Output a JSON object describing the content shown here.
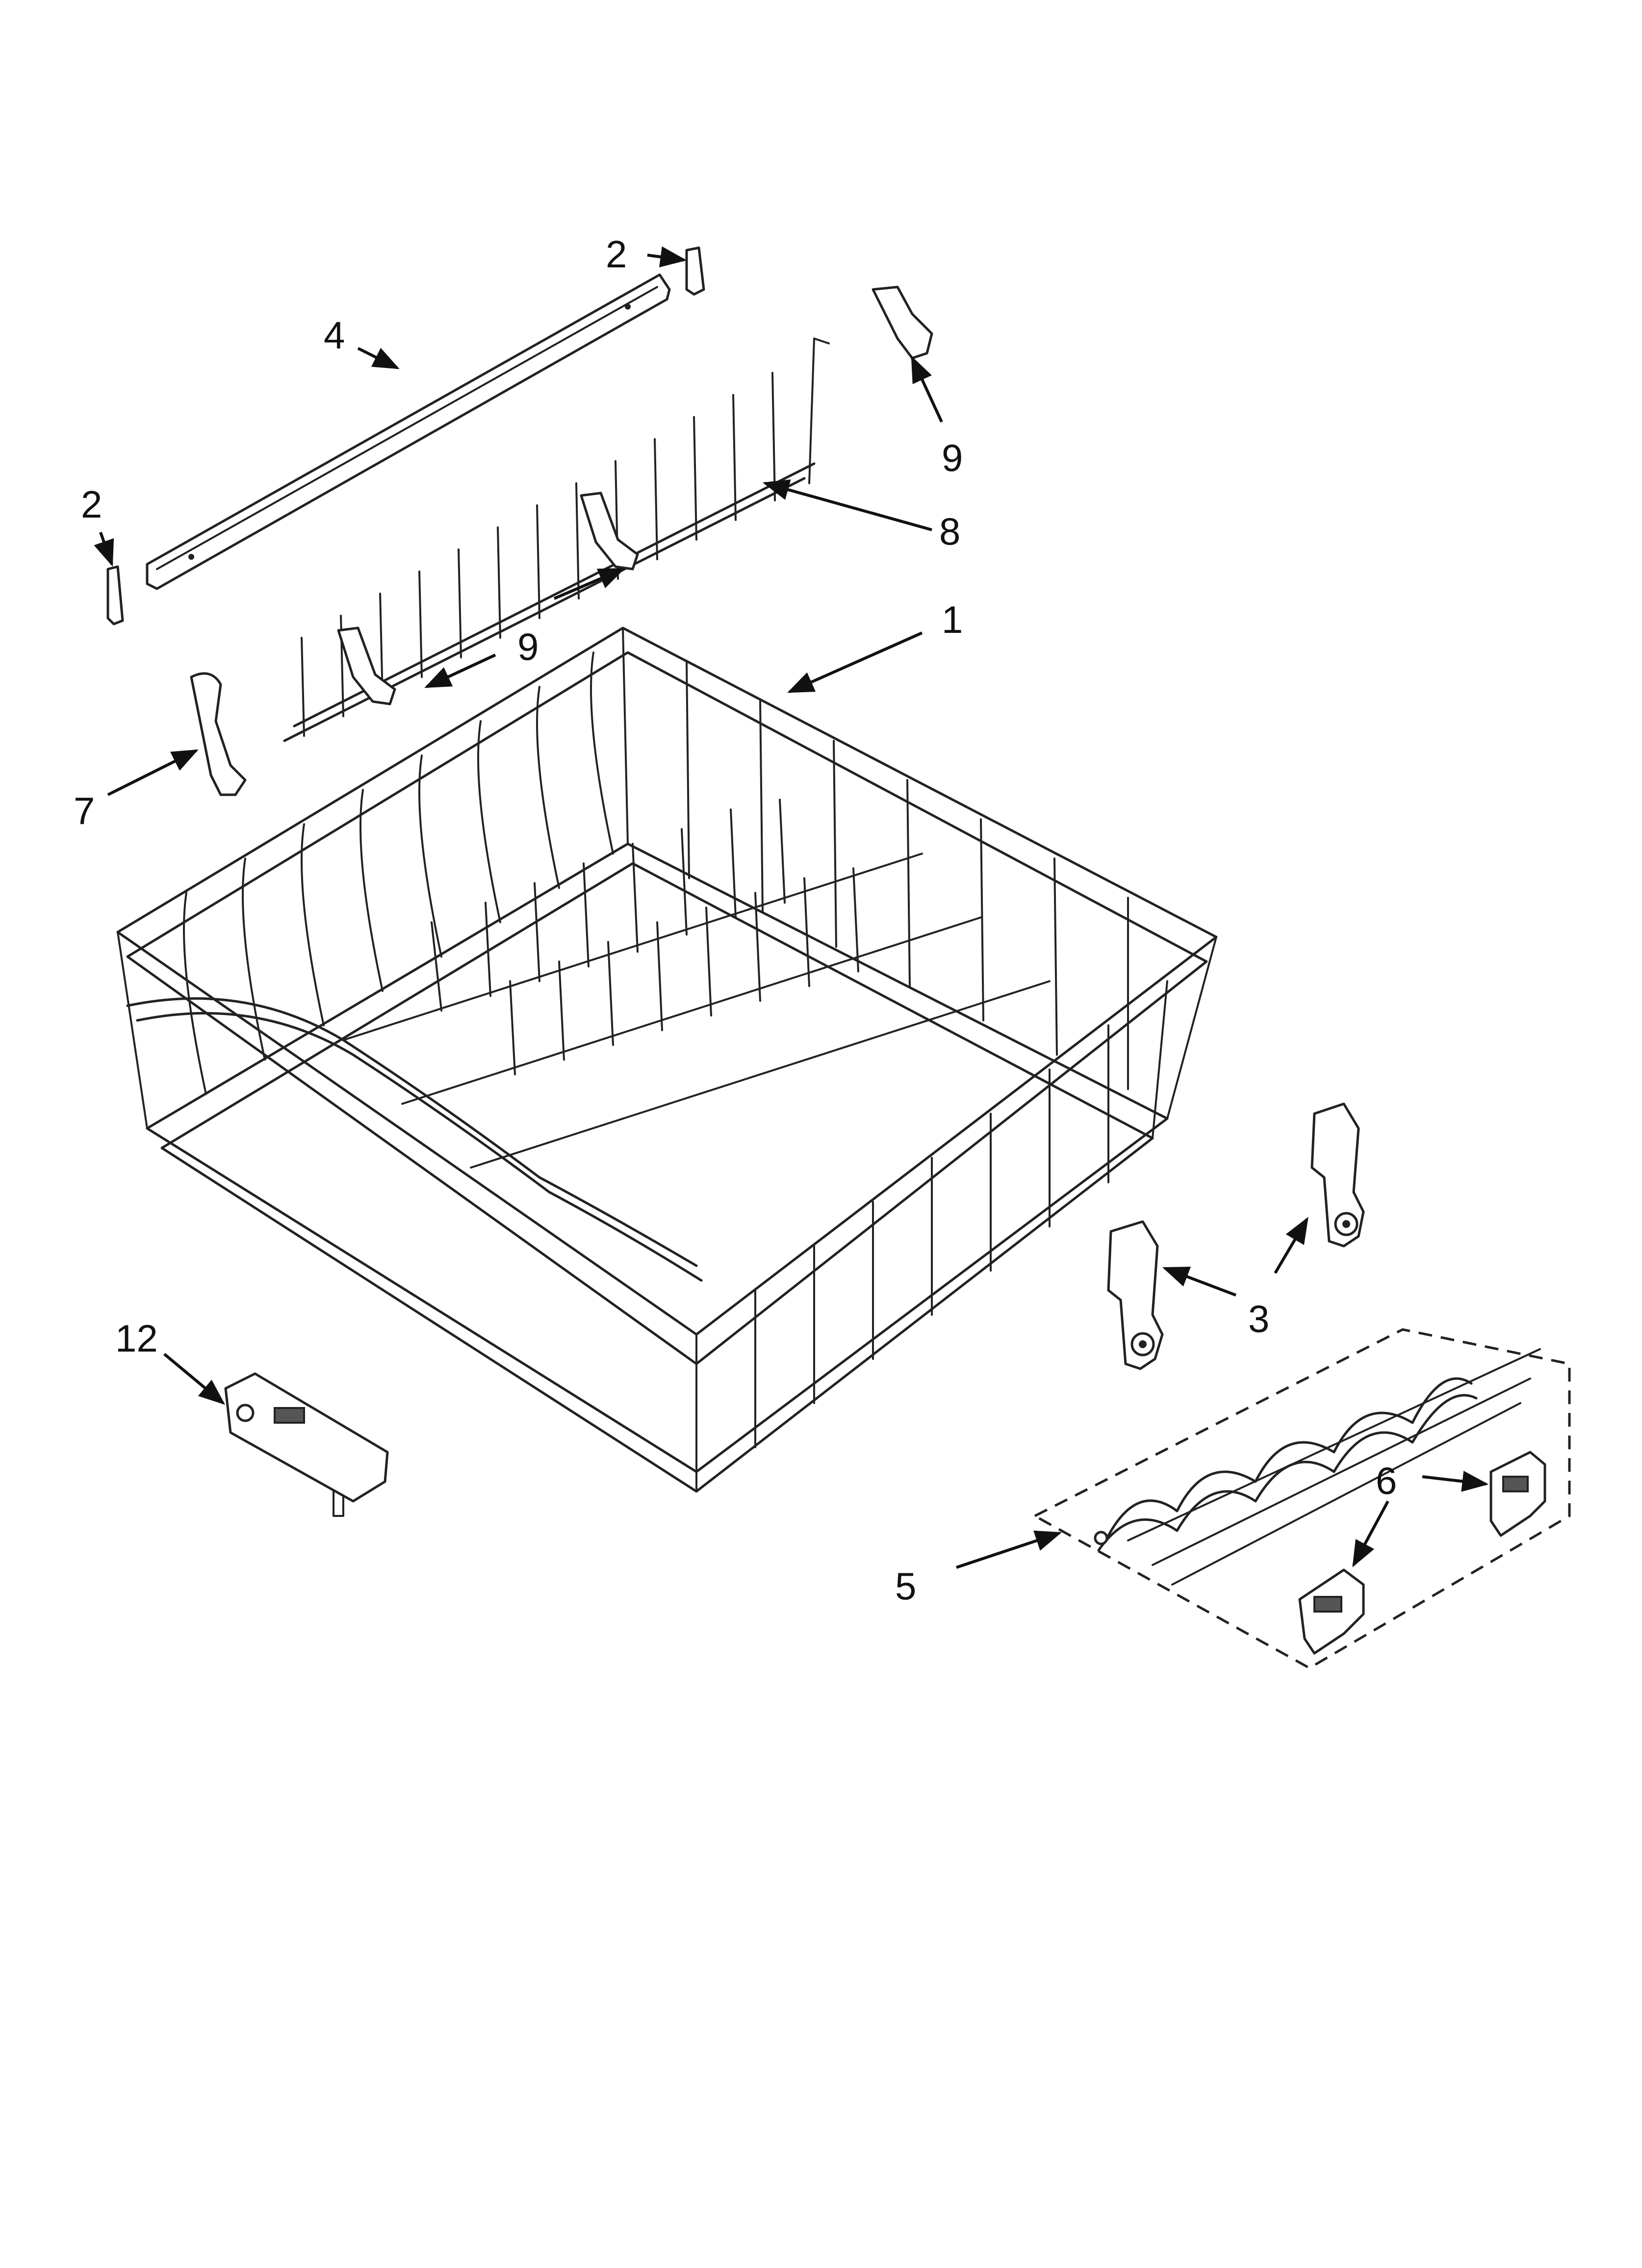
{
  "diagram": {
    "callouts": [
      {
        "id": "c2a",
        "label": "2"
      },
      {
        "id": "c2b",
        "label": "2"
      },
      {
        "id": "c4",
        "label": "4"
      },
      {
        "id": "c9a",
        "label": "9"
      },
      {
        "id": "c8",
        "label": "8"
      },
      {
        "id": "c1",
        "label": "1"
      },
      {
        "id": "c9b",
        "label": "9"
      },
      {
        "id": "c7",
        "label": "7"
      },
      {
        "id": "c12",
        "label": "12"
      },
      {
        "id": "c3",
        "label": "3"
      },
      {
        "id": "c6",
        "label": "6"
      },
      {
        "id": "c5",
        "label": "5"
      }
    ]
  }
}
